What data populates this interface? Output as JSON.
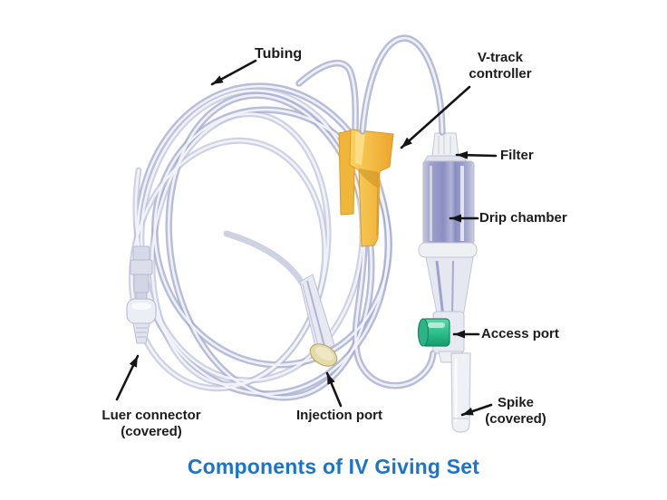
{
  "diagram": {
    "title": "Components of IV Giving Set",
    "labels": {
      "tubing": "Tubing",
      "v_track": "V-track\ncontroller",
      "filter": "Filter",
      "drip_chamber": "Drip chamber",
      "access_port": "Access port",
      "spike": "Spike\n(covered)",
      "injection_port": "Injection port",
      "luer_connector": "Luer connector\n(covered)"
    },
    "colors": {
      "title_text": "#1b74cc",
      "label_text": "#1c1c1c",
      "tubing": "#a8aed2",
      "controller_yellow": "#f2b93c",
      "access_port_green": "#2fbf8c",
      "drip_chamber_blue": "#8b8ec1",
      "injection_cap_cream": "#e5dbaa",
      "background": "#ffffff"
    }
  }
}
